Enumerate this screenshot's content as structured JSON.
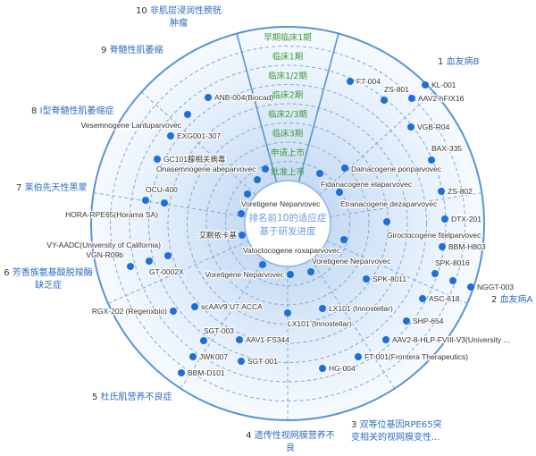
{
  "center_title": [
    "排名前10的适应症",
    "基于研发进度"
  ],
  "phases": [
    "早期临床1期",
    "临床1期",
    "临床1/2期",
    "临床2期",
    "临床2/3期",
    "临床3期",
    "申请上市",
    "批准上市"
  ],
  "diseases": [
    {
      "num": "1",
      "name": "血友病B"
    },
    {
      "num": "2",
      "name": "血友病A"
    },
    {
      "num": "3",
      "name": "双等位基因RPE65突变相关的视网膜变性..."
    },
    {
      "num": "4",
      "name": "遗传性视网膜营养不良"
    },
    {
      "num": "5",
      "name": "杜氏肌营养不良症"
    },
    {
      "num": "6",
      "name": "芳香族氨基酸脱羧酶缺乏症"
    },
    {
      "num": "7",
      "name": "莱伯先天性黑蒙"
    },
    {
      "num": "8",
      "name": "I型脊髓性肌萎缩症"
    },
    {
      "num": "9",
      "name": "脊髓性肌萎缩"
    },
    {
      "num": "10",
      "name": "非肌层浸润性膀胱肿瘤"
    }
  ],
  "drugs": [
    "ANB-004(Biocad)",
    "Vesemnogene Lantuparvovec",
    "EXG001-307",
    "GC101腺相关病毒",
    "Onasemnogene abeparvovec",
    "OCU-400",
    "HORA-RPE65(Horama SA)",
    "Voretigene Neparvovec",
    "艾眠依卡基",
    "Valoctocogene roxaparvovec",
    "Voretigene Neparvovec",
    "Voretigene Neparvovec",
    "Fidanacogene elaparvovec",
    "Etranacogene dezaparvovec",
    "Dalnacogene ponparvovec",
    "FT-004",
    "ZS-801",
    "KL-001",
    "AAV2-hFIX16",
    "VGB-R04",
    "BAX-335",
    "ZS-802",
    "DTX-201",
    "Giroctocogene fitelparvovec",
    "BBM-H803",
    "SPK-8016",
    "NGGT-003",
    "ASC-618",
    "SPK-8011",
    "LX101 (Innostellar)",
    "LX101 (Innostellar)",
    "SHP-654",
    "AAV2-8-HLP-FVIII-V3(University ...",
    "FT-001(Frontera Therapeutics)",
    "HG-004",
    "VY-AADC(University of California)",
    "VGN-R09b",
    "GT-0002X",
    "RGX-202 (Regenxbio)",
    "scAAV9.U7.ACCA",
    "SGT-003",
    "AAV1-FS344",
    "JWK007",
    "SGT-001",
    "BBM-D101"
  ],
  "colors": {
    "dot": "#1f6fd6",
    "ring": "#5b93d3",
    "phase": "#3f9a3a",
    "disease": "#2f6fc0"
  }
}
